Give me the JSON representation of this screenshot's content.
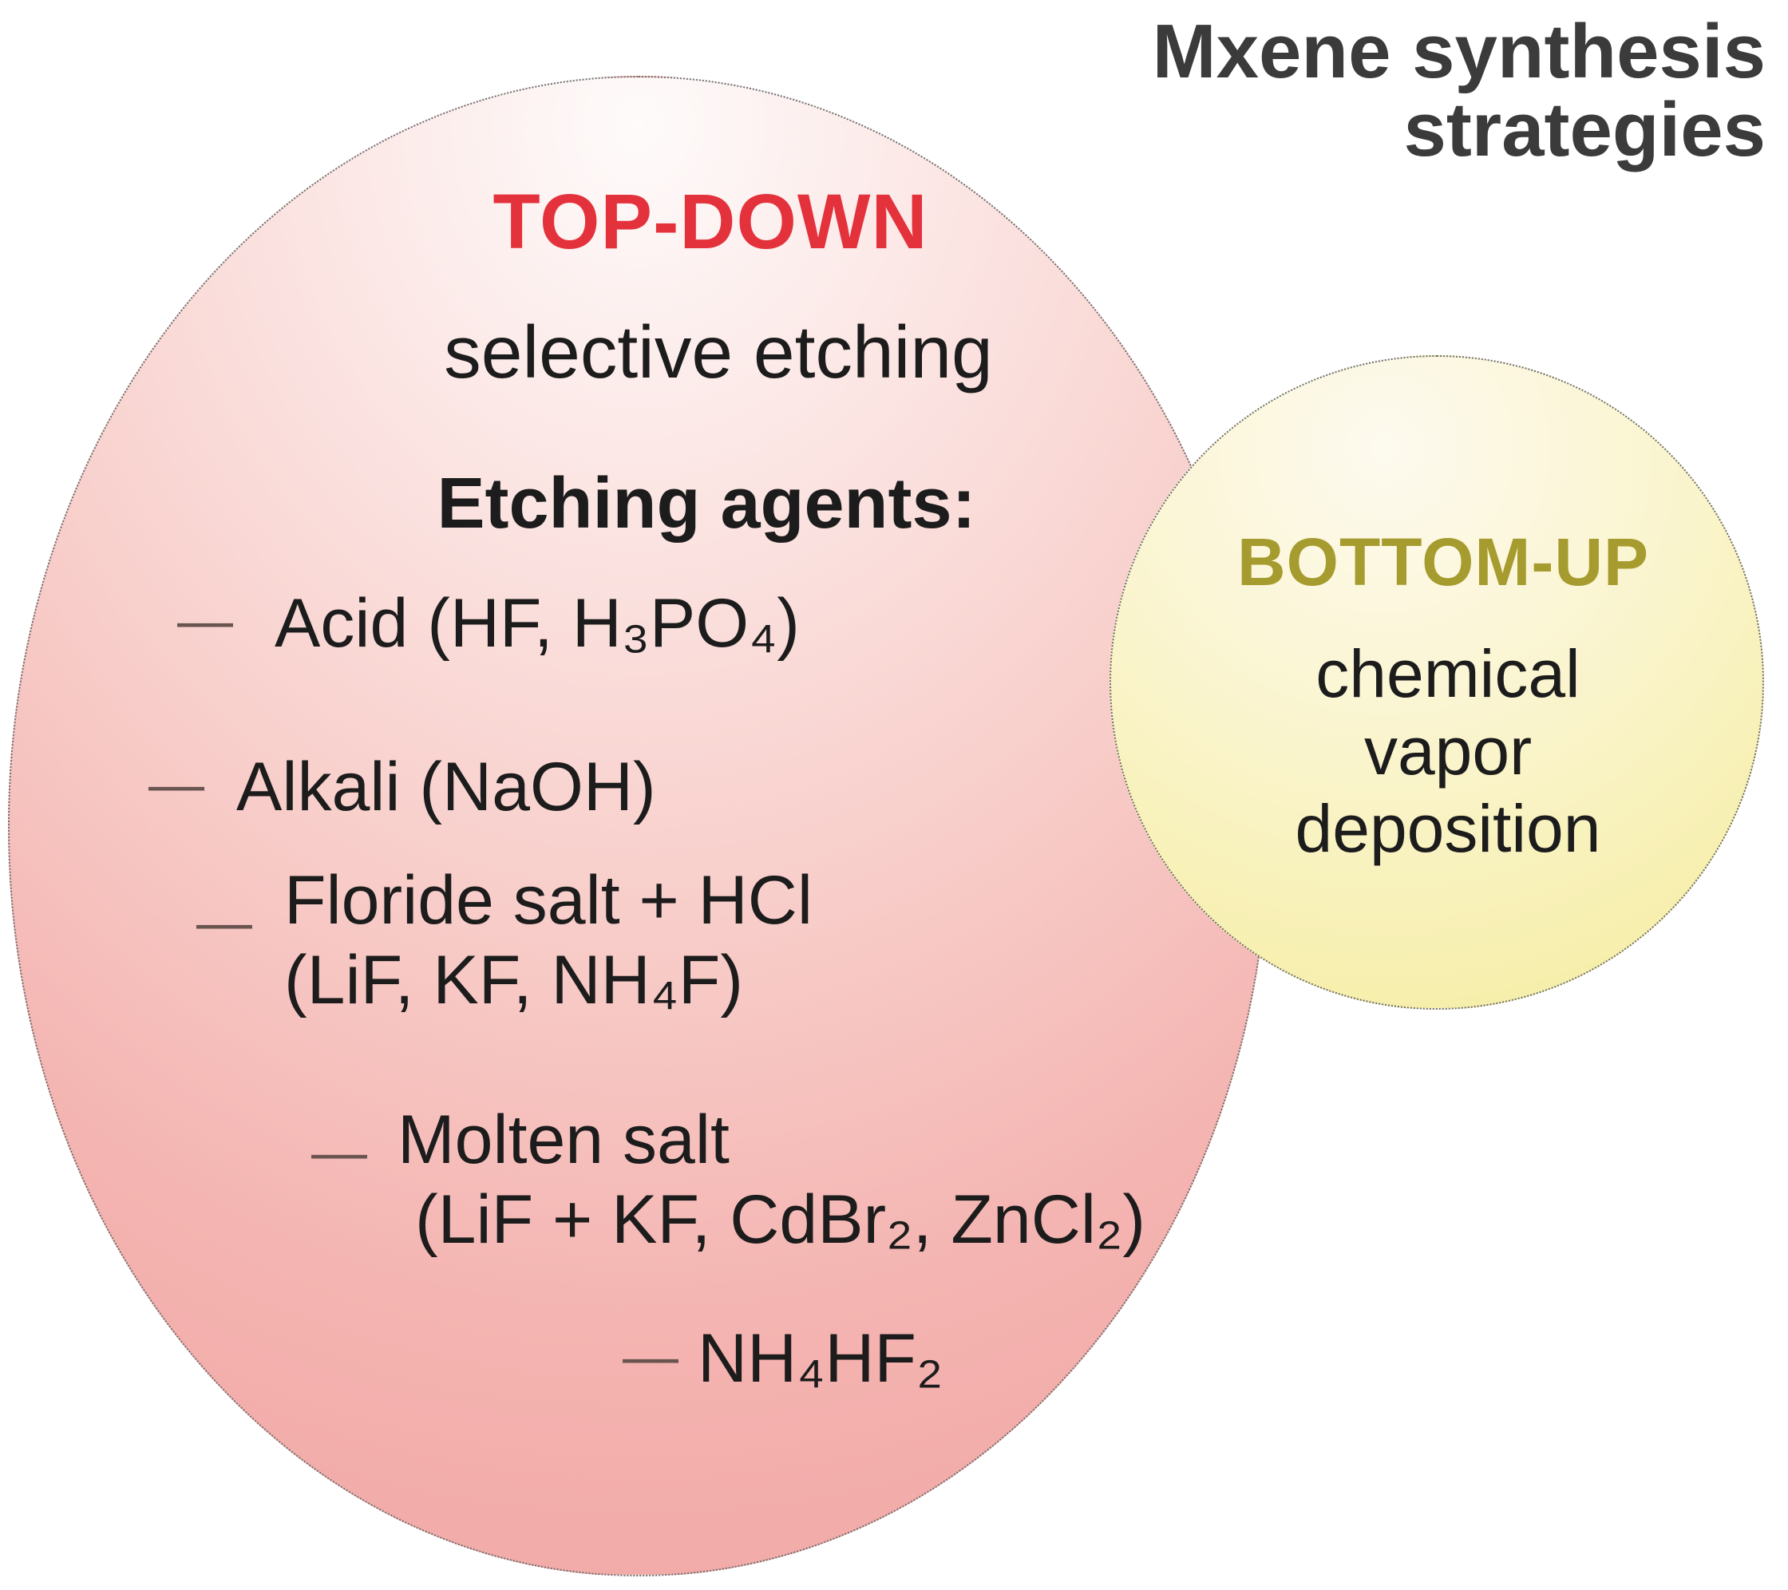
{
  "title": {
    "line1": "Mxene synthesis",
    "line2": "strategies"
  },
  "colors": {
    "title_text": "#3b3b3b",
    "top_down_label": "#e4323c",
    "bottom_up_label": "#a69b2e",
    "body_text": "#1c1c1c",
    "dash": "#6a5450",
    "pink_light": "#fefbfb",
    "pink_mid": "#f8cfcb",
    "pink_deep": "#f0a3a1",
    "yellow_light": "#fdfaef",
    "yellow_mid": "#faf4cb",
    "yellow_deep": "#f5eda2",
    "circle_border": "#6f6f6f",
    "page_bg": "#ffffff"
  },
  "top_down": {
    "label": "TOP-DOWN",
    "subtitle": "selective etching",
    "list_heading": "Etching agents:",
    "items": [
      {
        "bullet": "—",
        "line1": "Acid (HF, H₃PO₄)"
      },
      {
        "bullet": "—",
        "line1": "Alkali (NaOH)"
      },
      {
        "bullet": "—",
        "line1": "Floride salt + HCl",
        "line2": "(LiF, KF, NH₄F)"
      },
      {
        "bullet": "—",
        "line1": "Molten salt",
        "line2": "(LiF + KF, CdBr₂, ZnCl₂)"
      },
      {
        "bullet": "—",
        "line1": "NH₄HF₂"
      }
    ]
  },
  "bottom_up": {
    "label": "BOTTOM-UP",
    "line1": "chemical",
    "line2": "vapor",
    "line3": "deposition"
  }
}
